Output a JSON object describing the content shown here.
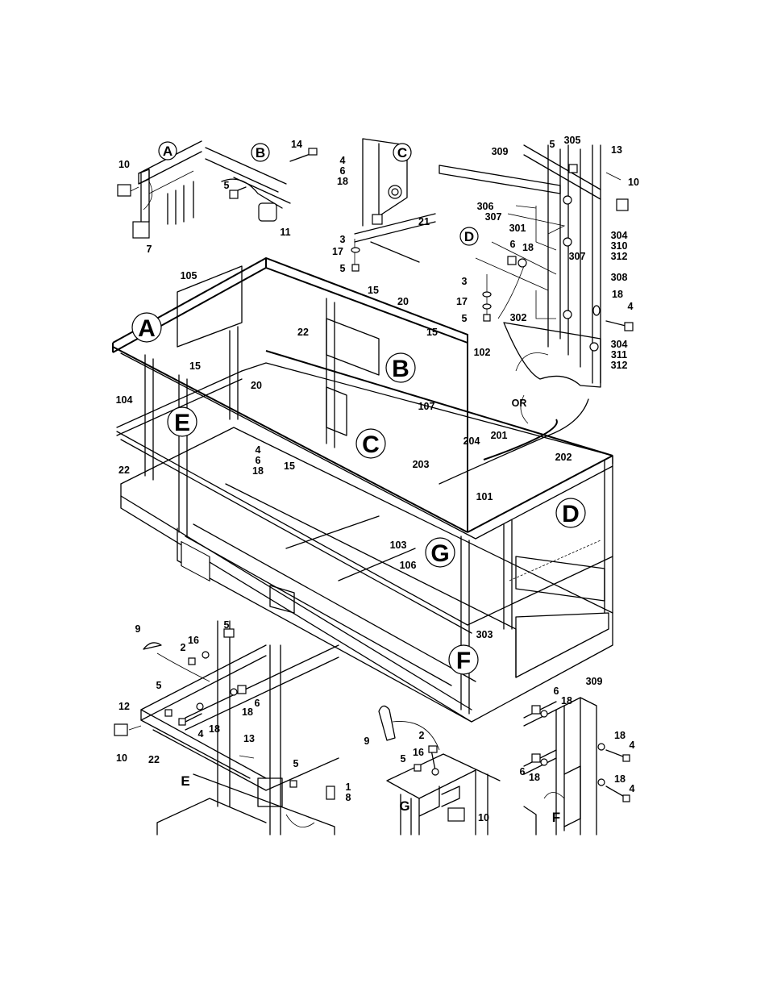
{
  "detail_views": {
    "A": {
      "letter": "A",
      "items": [
        "10",
        "7"
      ]
    },
    "B": {
      "letter": "B",
      "items": [
        "14",
        "5",
        "11"
      ]
    },
    "C": {
      "letter": "C",
      "items": [
        "4",
        "6",
        "18",
        "21",
        "3",
        "17",
        "5"
      ]
    },
    "D": {
      "letter": "D",
      "items": [
        "309",
        "5",
        "305",
        "13",
        "10",
        "306",
        "307",
        "301",
        "304",
        "310",
        "312",
        "6",
        "18",
        "307",
        "308",
        "3",
        "17",
        "5",
        "302",
        "18",
        "4",
        "304",
        "311",
        "312"
      ]
    },
    "E": {
      "letter": "E",
      "items": [
        "9",
        "16",
        "5",
        "2",
        "5",
        "18",
        "6",
        "12",
        "4",
        "18",
        "10",
        "22",
        "13",
        "5",
        "1",
        "8"
      ]
    },
    "G": {
      "letter": "G",
      "items": [
        "9",
        "2",
        "16",
        "5",
        "10"
      ]
    },
    "F": {
      "letter": "F",
      "items": [
        "6",
        "18",
        "18",
        "4",
        "6",
        "18",
        "18",
        "4"
      ]
    }
  },
  "main_assembly": {
    "callouts": [
      "A",
      "B",
      "C",
      "D",
      "E",
      "F",
      "G"
    ],
    "items": [
      "105",
      "15",
      "20",
      "22",
      "15",
      "102",
      "15",
      "20",
      "104",
      "107",
      "4",
      "6",
      "18",
      "15",
      "22",
      "204",
      "201",
      "203",
      "202",
      "101",
      "103",
      "106",
      "303",
      "309"
    ],
    "or_label": "OR"
  }
}
